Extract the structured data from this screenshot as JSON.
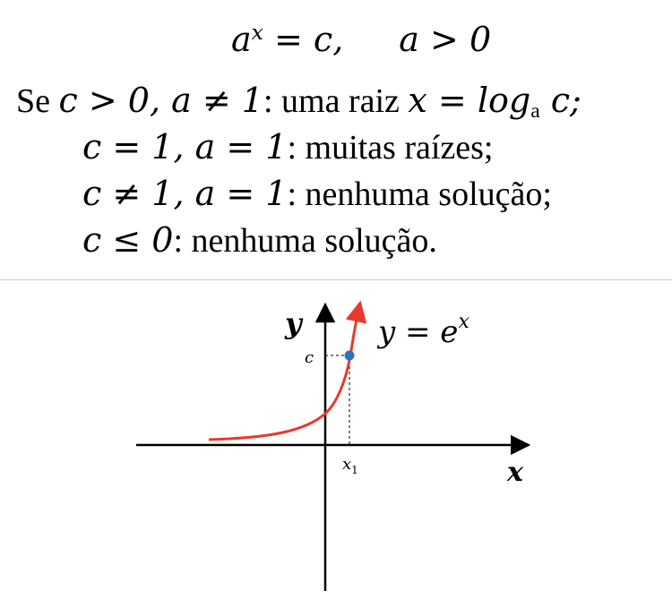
{
  "equation": {
    "lhs_base": "a",
    "lhs_exp": "x",
    "eq_rhs": " = c,",
    "condition": "a > 0"
  },
  "cases": [
    {
      "prefix": "Se ",
      "condition": "c > 0, a ≠ 1",
      "text": ":  uma raiz  ",
      "formula_pre": "x = log",
      "formula_sub": "a",
      "formula_post": " c;"
    },
    {
      "condition": "c = 1, a = 1",
      "text": ": muitas raízes;"
    },
    {
      "condition": "c ≠ 1, a = 1",
      "text": ": nenhuma solução;"
    },
    {
      "condition": "c ≤ 0",
      "text": ": nenhuma solução."
    }
  ],
  "graph": {
    "curve_label_pre": "y = e",
    "curve_label_exp": "x",
    "y_axis_label": "y",
    "x_axis_label": "x",
    "c_label": "c",
    "x1_label_base": "x",
    "x1_label_sub": "1",
    "curve_color": "#e8392c",
    "point_color": "#2f6fc4",
    "axis_color": "#000000"
  }
}
